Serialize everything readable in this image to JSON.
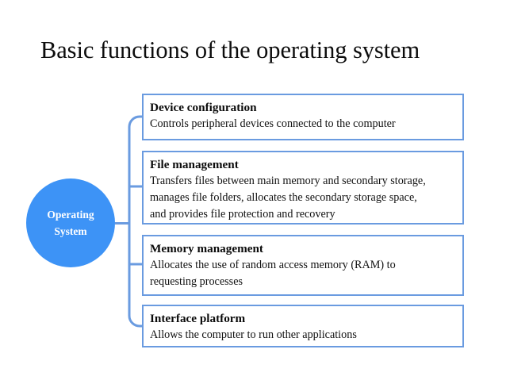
{
  "slide": {
    "title": "Basic functions of the operating system",
    "background_color": "#ffffff",
    "accent_color": "#3d93f6",
    "box_border_color": "#6a9be0",
    "text_color": "#0d0d0d"
  },
  "hub": {
    "label_line1": "Operating",
    "label_line2": "System",
    "full_label": "Operating System",
    "fill_color": "#3d93f6",
    "text_color": "#ffffff"
  },
  "branches": [
    {
      "title": "Device configuration",
      "lines": [
        "Controls peripheral devices connected to the computer"
      ]
    },
    {
      "title": "File management",
      "lines": [
        "Transfers files between main memory and secondary storage,",
        "manages file folders, allocates the secondary storage space,",
        "and provides file protection and recovery"
      ]
    },
    {
      "title": "Memory management",
      "lines": [
        "Allocates the use of random access memory (RAM) to",
        "requesting processes"
      ]
    },
    {
      "title": "Interface platform",
      "lines": [
        "Allows the computer to run other applications"
      ]
    }
  ]
}
